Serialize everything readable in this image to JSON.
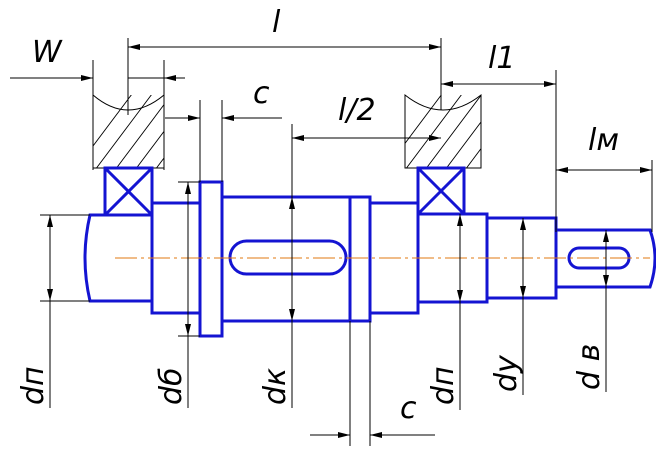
{
  "labels": {
    "W": "W",
    "l": "l",
    "l1": "l1",
    "c_top": "c",
    "l_half": "l/2",
    "lm": "lм",
    "dp_left": "dп",
    "db": "dб",
    "dk": "dк",
    "dp_right": "dп",
    "dy": "dу",
    "dv": "d в",
    "c_bottom": "c"
  },
  "colors": {
    "part_outline": "#1414d2",
    "center_line": "#e07a10",
    "dimension_line": "#000000"
  }
}
